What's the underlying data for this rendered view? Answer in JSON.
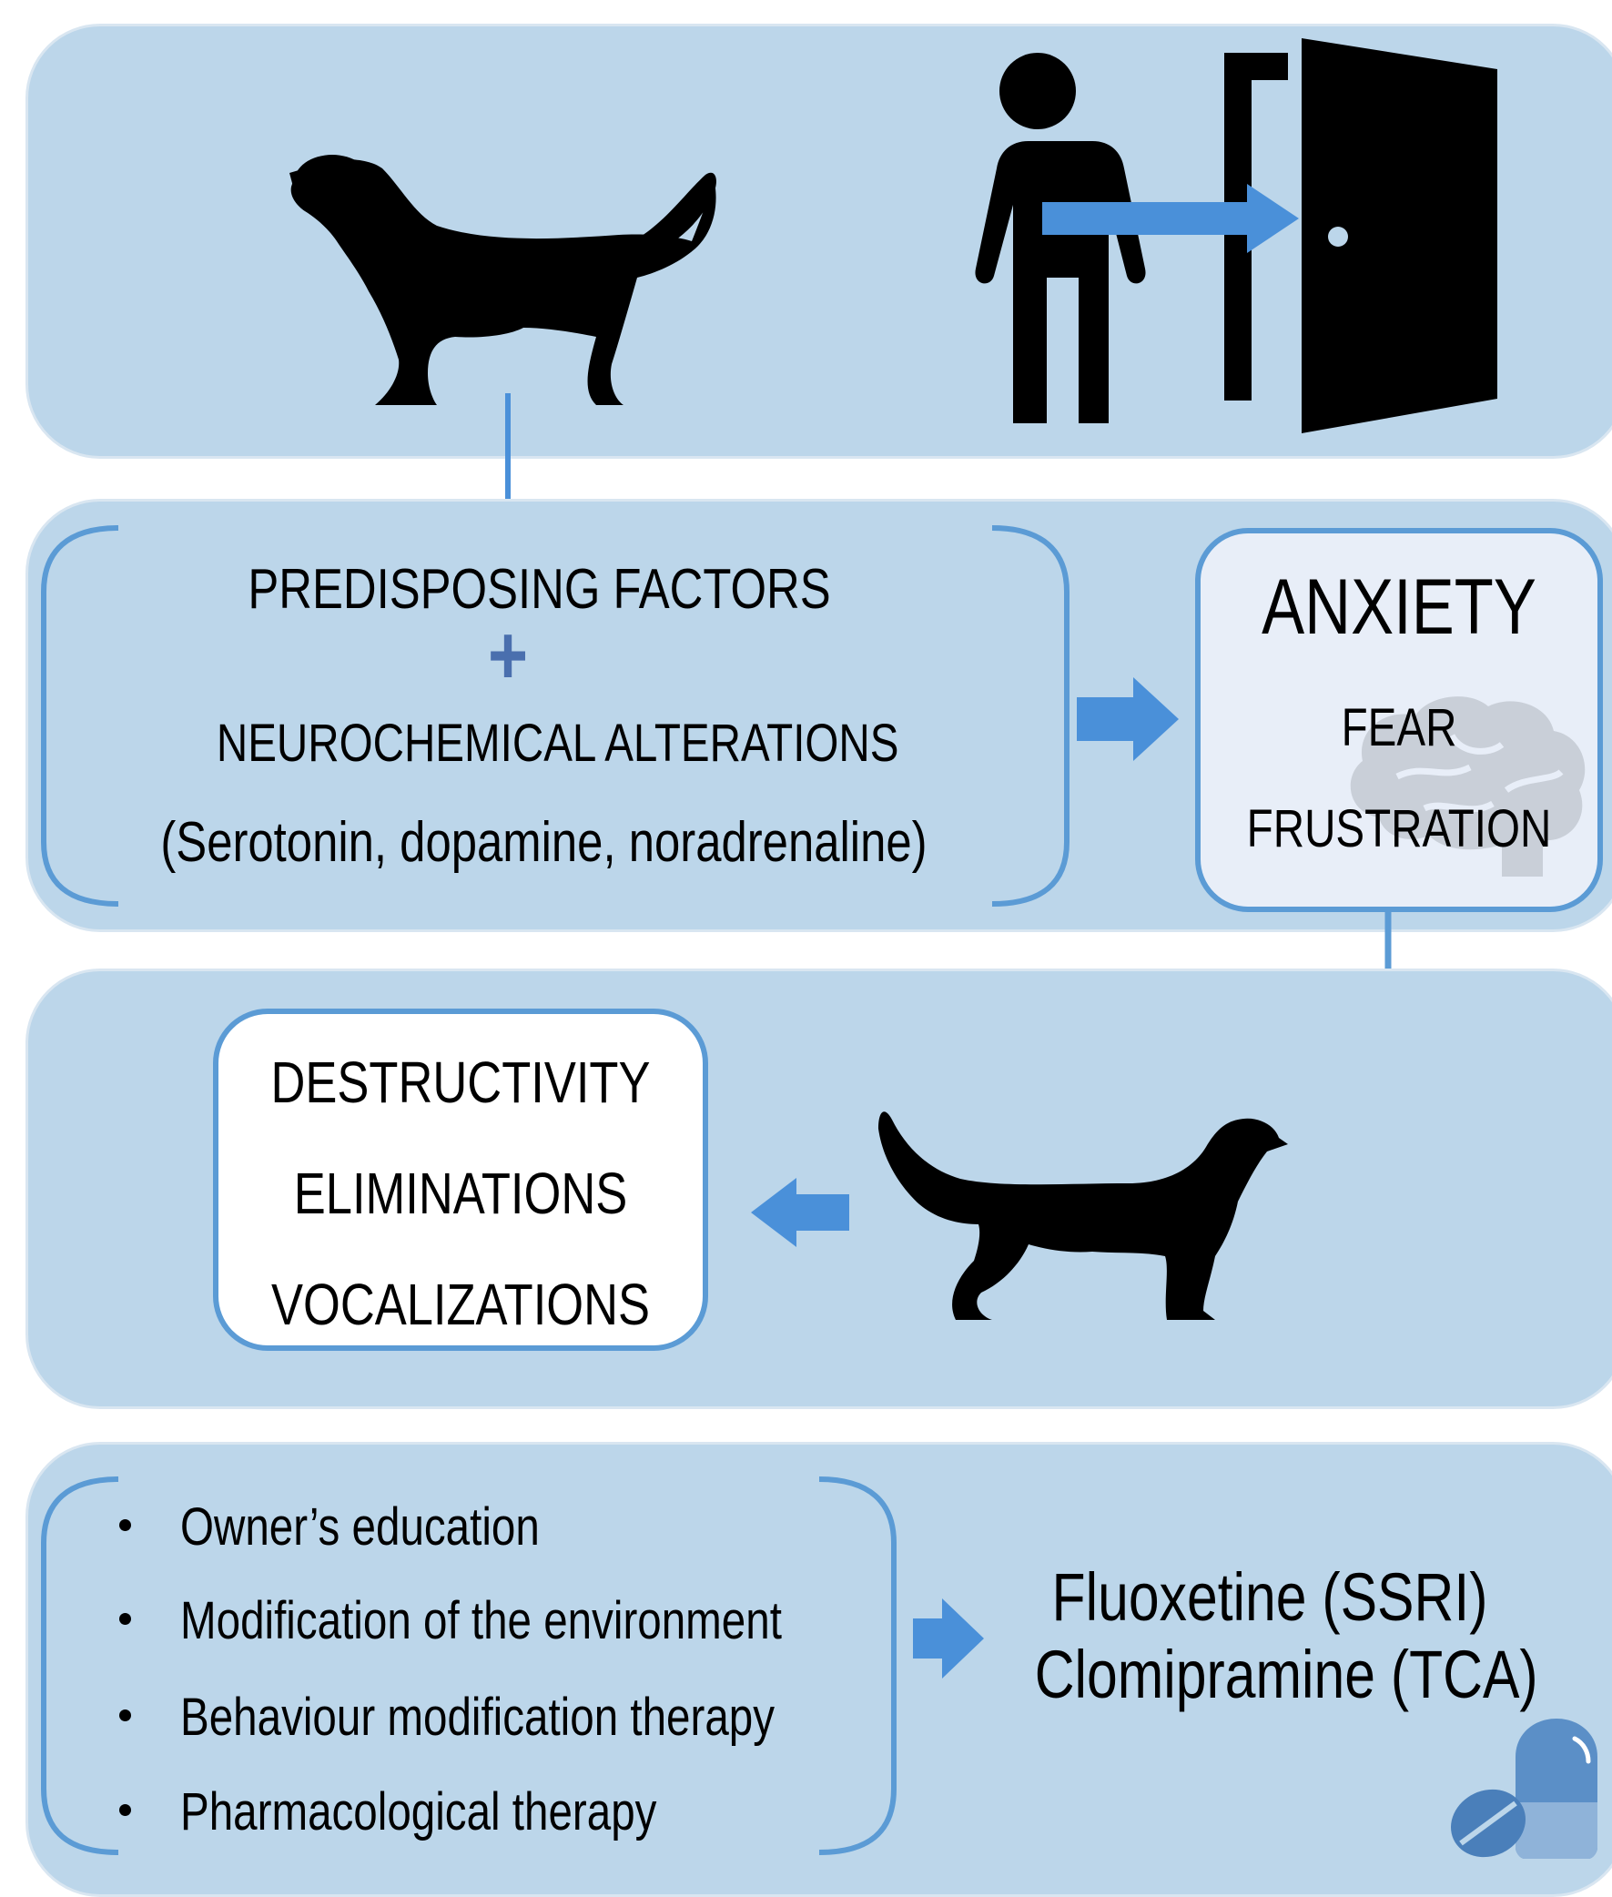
{
  "causes": {
    "predisposing": "PREDISPOSING FACTORS",
    "plus": "+",
    "neurochemical": "NEUROCHEMICAL ALTERATIONS",
    "neurotransmitters": "(Serotonin, dopamine, noradrenaline)"
  },
  "emotions": {
    "title": "ANXIETY",
    "items": [
      "FEAR",
      "FRUSTRATION"
    ]
  },
  "signs": [
    "DESTRUCTIVITY",
    "ELIMINATIONS",
    "VOCALIZATIONS"
  ],
  "treatment": {
    "items": [
      "Owner’s education",
      "Modification of the environment",
      "Behaviour modification therapy",
      "Pharmacological therapy"
    ],
    "drugs": [
      "Fluoxetine (SSRI)",
      "Clomipramine (TCA)"
    ]
  },
  "icons": {
    "dog": "dog-silhouette-icon",
    "person": "person-leaving-icon",
    "door": "door-icon",
    "brain": "brain-icon",
    "pill": "pill-icon",
    "arrow": "arrow-icon"
  },
  "colors": {
    "panel": "#bcd6ea",
    "arrow": "#4a90d9",
    "box_border": "#5b9bd5",
    "anxiety_fill": "#e8eef8",
    "white_box": "#ffffff",
    "plus": "#4a6fae"
  }
}
